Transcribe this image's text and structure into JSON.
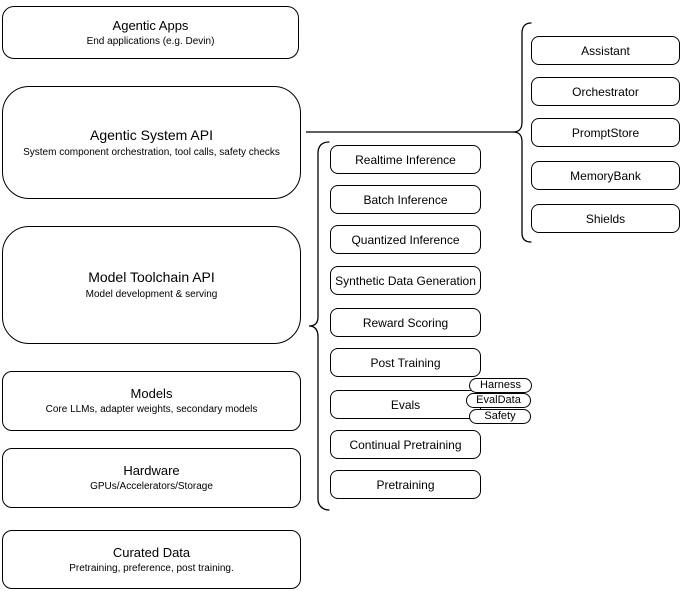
{
  "diagram": {
    "colors": {
      "stroke": "#000000",
      "fill": "#ffffff",
      "text": "#000000"
    },
    "left_stack": [
      {
        "title": "Agentic Apps",
        "subtitle": "End applications (e.g. Devin)"
      },
      {
        "title": "Agentic System API",
        "subtitle": "System component orchestration, tool calls, safety checks"
      },
      {
        "title": "Model Toolchain API",
        "subtitle": "Model development & serving"
      },
      {
        "title": "Models",
        "subtitle": "Core LLMs, adapter weights, secondary models"
      },
      {
        "title": "Hardware",
        "subtitle": "GPUs/Accelerators/Storage"
      },
      {
        "title": "Curated Data",
        "subtitle": "Pretraining, preference, post training."
      }
    ],
    "toolchain_group": {
      "items": [
        "Realtime Inference",
        "Batch Inference",
        "Quantized Inference",
        "Synthetic Data Generation",
        "Reward Scoring",
        "Post Training",
        "Evals",
        "Continual Pretraining",
        "Pretraining"
      ]
    },
    "evals_tags": [
      "Harness",
      "EvalData",
      "Safety"
    ],
    "system_group": {
      "items": [
        "Assistant",
        "Orchestrator",
        "PromptStore",
        "MemoryBank",
        "Shields"
      ]
    }
  }
}
